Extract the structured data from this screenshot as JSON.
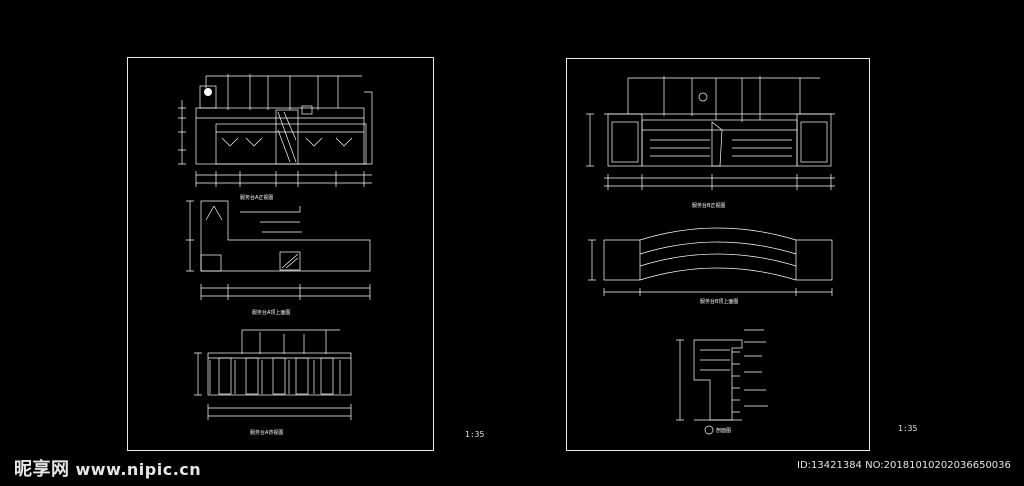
{
  "scales": {
    "left": "1:35",
    "right": "1:35"
  },
  "watermark": {
    "logo": "昵享网",
    "url": "www.nipic.cn"
  },
  "image_id": "ID:13421384 NO:20181010202036650036",
  "titles": {
    "left_1": "服务台A正视图",
    "left_2": "服务台A顶上面图",
    "left_3": "服务台A背视图",
    "right_1": "服务台B正视图",
    "right_2": "服务台B顶上面图",
    "right_3": "剖面图"
  },
  "colors": {
    "line": "#ffffff",
    "background": "#000000"
  }
}
